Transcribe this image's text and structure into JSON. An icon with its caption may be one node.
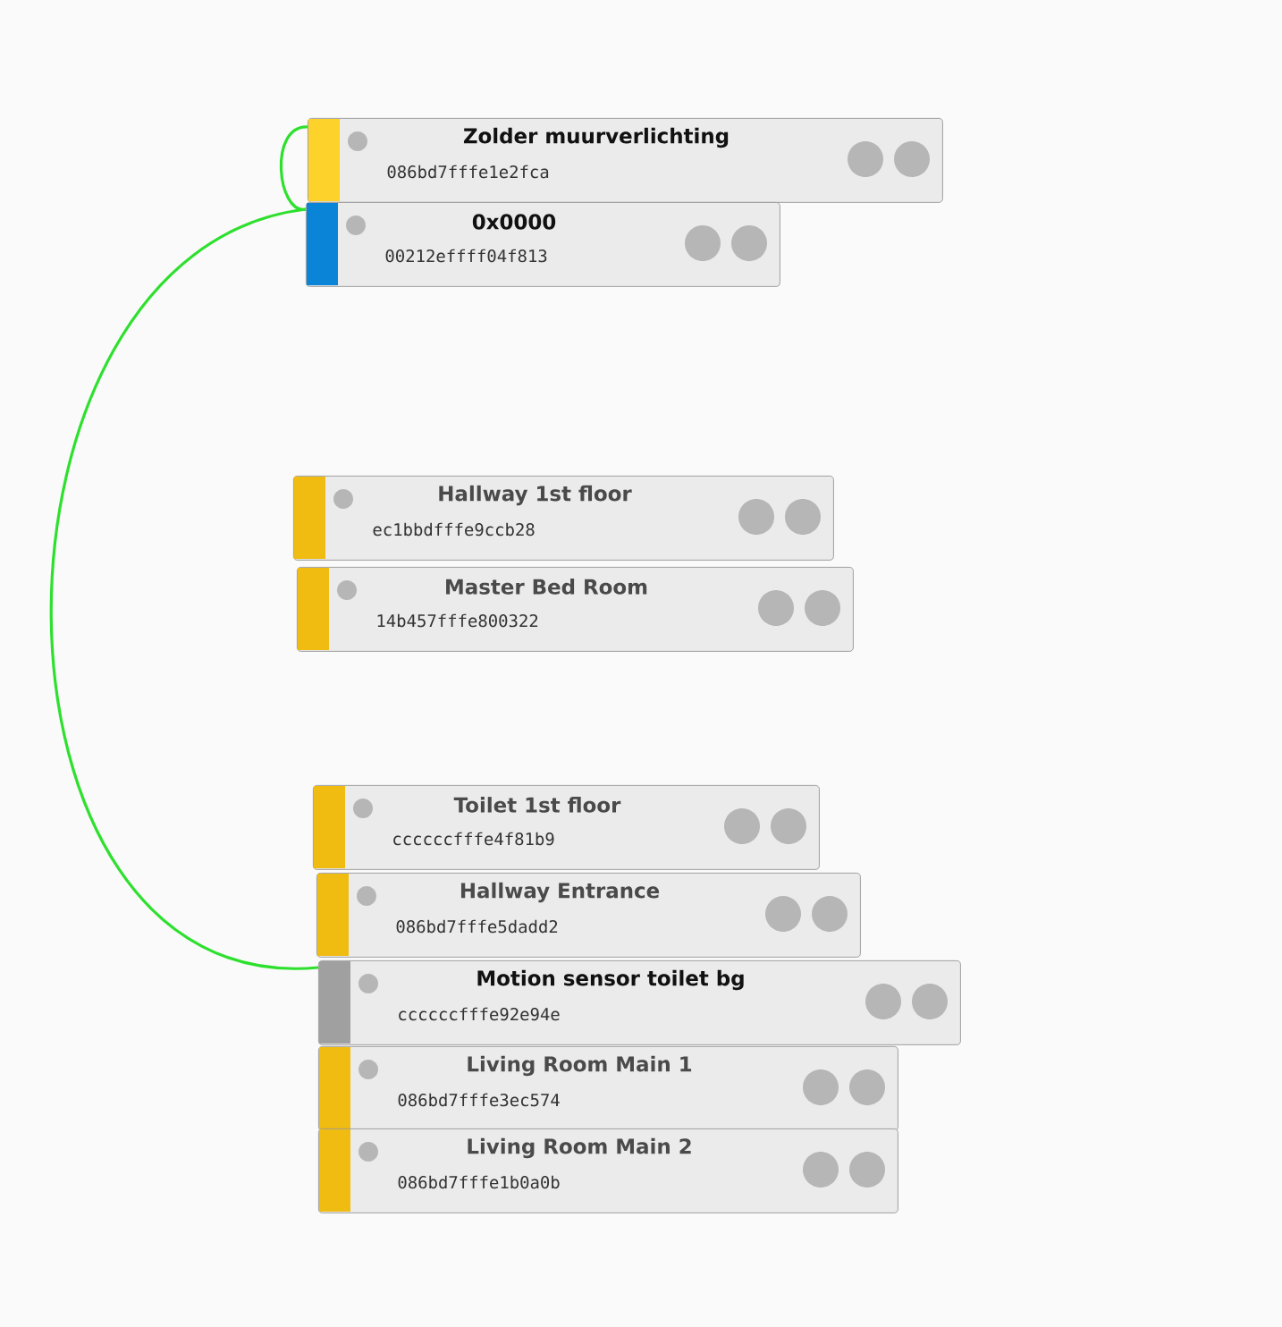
{
  "diagram": {
    "nodes": [
      {
        "text": [
          "Zolder muurverlichting",
          "086bd7fffe1e2fca"
        ]
      },
      {
        "text": [
          "0x0000",
          "00212effff04f813"
        ]
      },
      {
        "text": [
          "Hallway 1st floor",
          "ec1bbdfffe9ccb28"
        ]
      },
      {
        "text": [
          "Master Bed Room",
          "14b457fffe800322"
        ]
      },
      {
        "text": [
          "Toilet 1st floor",
          "ccccccfffe4f81b9"
        ]
      },
      {
        "text": [
          "Hallway Entrance",
          "086bd7fffe5dadd2"
        ]
      },
      {
        "text": [
          "Motion sensor toilet bg",
          "ccccccfffe92e94e"
        ]
      },
      {
        "text": [
          "Living Room Main 1",
          "086bd7fffe3ec574"
        ]
      },
      {
        "text": [
          "Living Room Main 2",
          "086bd7fffe1b0a0b"
        ]
      }
    ],
    "edges": [
      {
        "from": 1,
        "to": 0,
        "arrow": "none",
        "color": "#2ee02e"
      },
      {
        "from": 1,
        "to": 6,
        "arrow": "none",
        "color": "#2ee02e"
      }
    ]
  }
}
